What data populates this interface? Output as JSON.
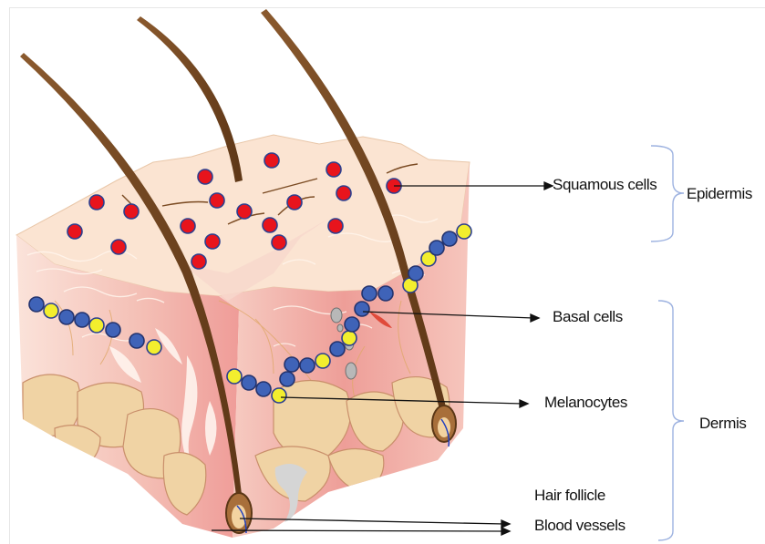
{
  "labels": {
    "squamous": "Squamous cells",
    "basal": "Basal cells",
    "melanocytes": "Melanocytes",
    "hair_follicle": "Hair follicle",
    "blood_vessels": "Blood vessels"
  },
  "groups": {
    "epidermis": "Epidermis",
    "dermis": "Dermis"
  },
  "colors": {
    "squamous_cell": "#e8141c",
    "basal_cell": "#3f63b8",
    "melanocyte": "#f3ee2e",
    "hair": "#7a4a22",
    "epidermis": "#fbe4d2",
    "dermis": "#f2b6ac",
    "subcutis": "#f0d3a4",
    "bracket": "#9db2e0"
  },
  "icons": {
    "squamous_cell": "red-cell-dot",
    "basal_cell": "blue-cell-dot",
    "melanocyte": "yellow-cell-dot"
  }
}
